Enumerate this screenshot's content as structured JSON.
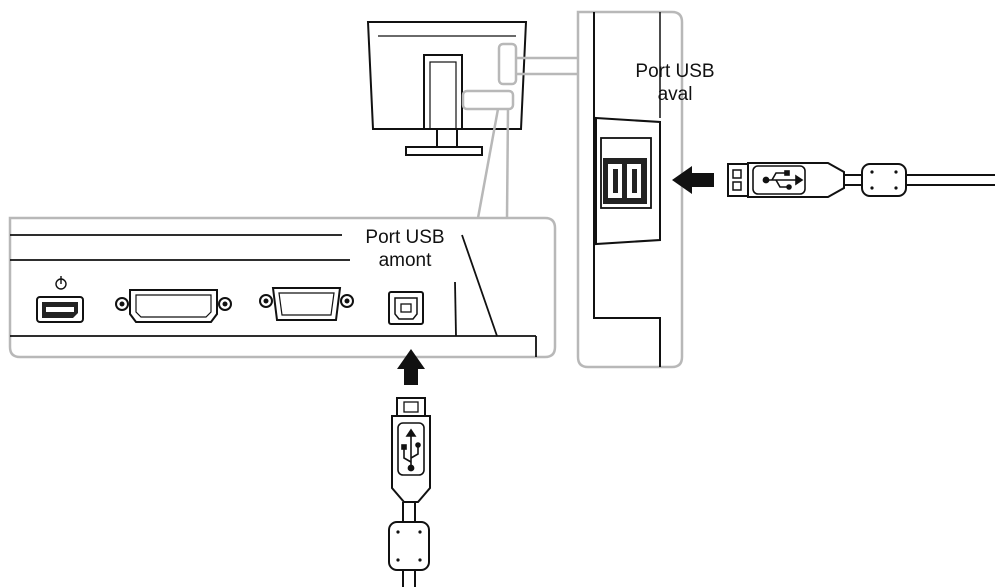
{
  "labels": {
    "downstream_line1": "Port USB",
    "downstream_line2": "aval",
    "upstream_line1": "Port USB",
    "upstream_line2": "amont"
  },
  "icons": {
    "usb_symbol": "usb-icon",
    "arrow_left": "arrow-left-icon",
    "arrow_up": "arrow-up-icon",
    "power": "power-icon"
  },
  "colors": {
    "line": "#111111",
    "callout": "#b8b8b8",
    "fill_dark": "#222222",
    "background": "#ffffff"
  }
}
